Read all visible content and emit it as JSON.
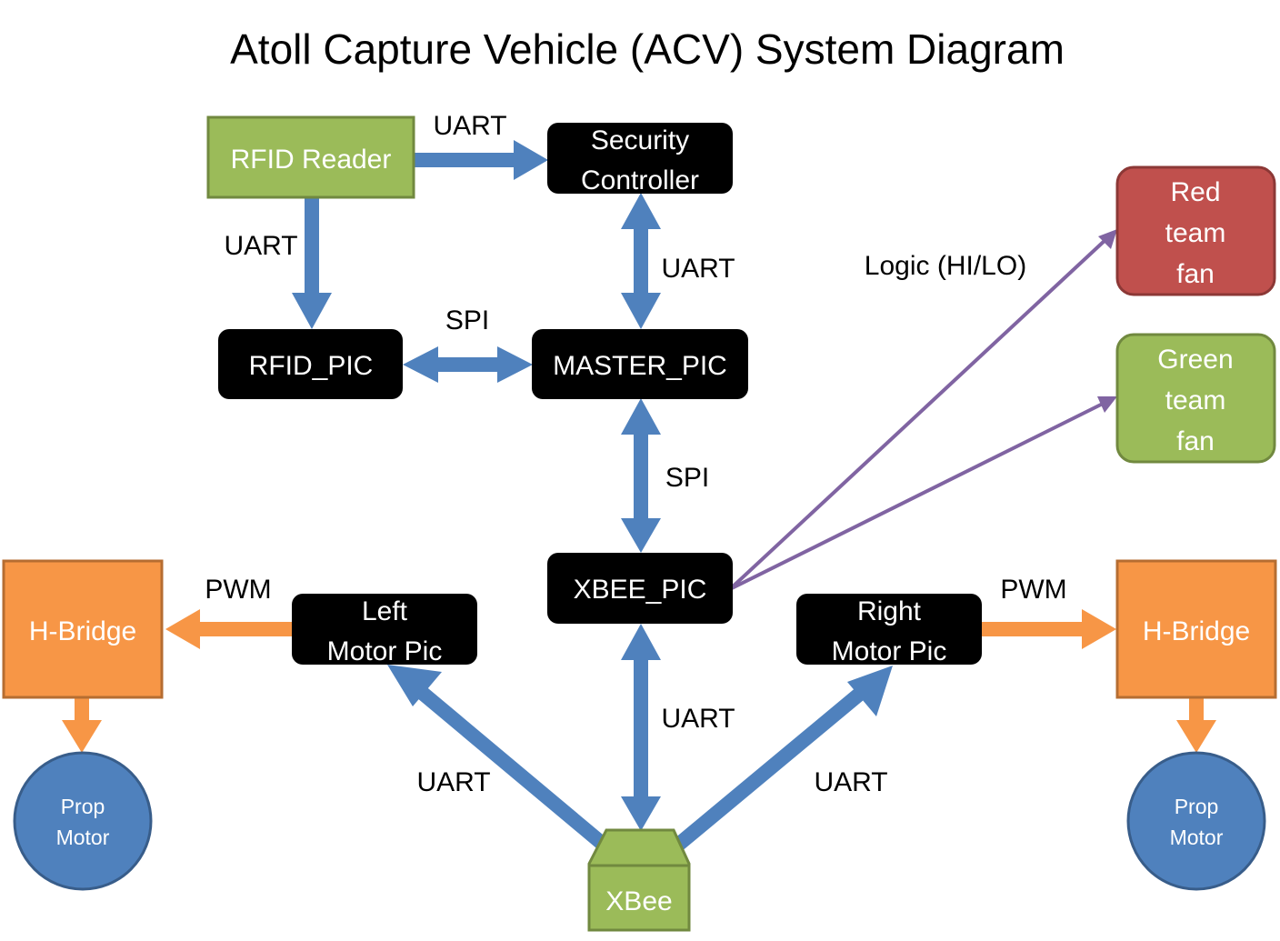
{
  "title": "Atoll Capture Vehicle (ACV)  System Diagram",
  "colors": {
    "blue_arrow": "#4f81bd",
    "orange_arrow": "#f79646",
    "purple_line": "#8064a2",
    "green_fill": "#9bbb59",
    "green_stroke": "#71893f",
    "red_fill": "#c0504d",
    "red_stroke": "#8c3836",
    "orange_fill": "#f79646",
    "orange_stroke": "#b66d31",
    "blue_fill": "#4f81bd",
    "blue_stroke": "#385d8a",
    "black_fill": "#000000"
  },
  "nodes": {
    "rfid_reader": {
      "lines": [
        "RFID Reader"
      ]
    },
    "security_controller": {
      "lines": [
        "Security",
        "Controller"
      ]
    },
    "rfid_pic": {
      "lines": [
        "RFID_PIC"
      ]
    },
    "master_pic": {
      "lines": [
        "MASTER_PIC"
      ]
    },
    "xbee_pic": {
      "lines": [
        "XBEE_PIC"
      ]
    },
    "left_motor_pic": {
      "lines": [
        "Left",
        "Motor Pic"
      ]
    },
    "right_motor_pic": {
      "lines": [
        "Right",
        "Motor Pic"
      ]
    },
    "red_team_fan": {
      "lines": [
        "Red",
        "team",
        "fan"
      ]
    },
    "green_team_fan": {
      "lines": [
        "Green",
        "team",
        "fan"
      ]
    },
    "left_hbridge": {
      "lines": [
        "H-Bridge"
      ]
    },
    "right_hbridge": {
      "lines": [
        "H-Bridge"
      ]
    },
    "left_prop_motor": {
      "lines": [
        "Prop",
        "Motor"
      ]
    },
    "right_prop_motor": {
      "lines": [
        "Prop",
        "Motor"
      ]
    },
    "xbee": {
      "lines": [
        "XBee"
      ]
    }
  },
  "edges": [
    {
      "id": "rfid-reader-to-security",
      "from": "RFID Reader",
      "to": "Security Controller",
      "label": "UART",
      "direction": "one-way"
    },
    {
      "id": "rfid-reader-to-rfid-pic",
      "from": "RFID Reader",
      "to": "RFID_PIC",
      "label": "UART",
      "direction": "one-way"
    },
    {
      "id": "security-master",
      "from": "MASTER_PIC",
      "to": "Security Controller",
      "label": "UART",
      "direction": "two-way"
    },
    {
      "id": "rfid-pic-master",
      "from": "RFID_PIC",
      "to": "MASTER_PIC",
      "label": "SPI",
      "direction": "two-way"
    },
    {
      "id": "master-xbee-pic",
      "from": "MASTER_PIC",
      "to": "XBEE_PIC",
      "label": "SPI",
      "direction": "two-way"
    },
    {
      "id": "xbee-pic-fans",
      "from": "XBEE_PIC",
      "to": "Red team fan / Green team fan",
      "label": "Logic (HI/LO)",
      "direction": "one-way"
    },
    {
      "id": "xbee-to-xbee-pic",
      "from": "XBee",
      "to": "XBEE_PIC",
      "label": "UART",
      "direction": "two-way"
    },
    {
      "id": "xbee-to-left-motor",
      "from": "XBee",
      "to": "Left Motor Pic",
      "label": "UART",
      "direction": "one-way"
    },
    {
      "id": "xbee-to-right-motor",
      "from": "XBee",
      "to": "Right Motor Pic",
      "label": "UART",
      "direction": "one-way"
    },
    {
      "id": "left-motor-to-hbridge",
      "from": "Left Motor Pic",
      "to": "H-Bridge",
      "label": "PWM",
      "direction": "one-way"
    },
    {
      "id": "right-motor-to-hbridge",
      "from": "Right Motor Pic",
      "to": "H-Bridge",
      "label": "PWM",
      "direction": "one-way"
    },
    {
      "id": "left-hbridge-to-motor",
      "from": "H-Bridge",
      "to": "Prop Motor",
      "label": "",
      "direction": "one-way"
    },
    {
      "id": "right-hbridge-to-motor",
      "from": "H-Bridge",
      "to": "Prop Motor",
      "label": "",
      "direction": "one-way"
    }
  ]
}
